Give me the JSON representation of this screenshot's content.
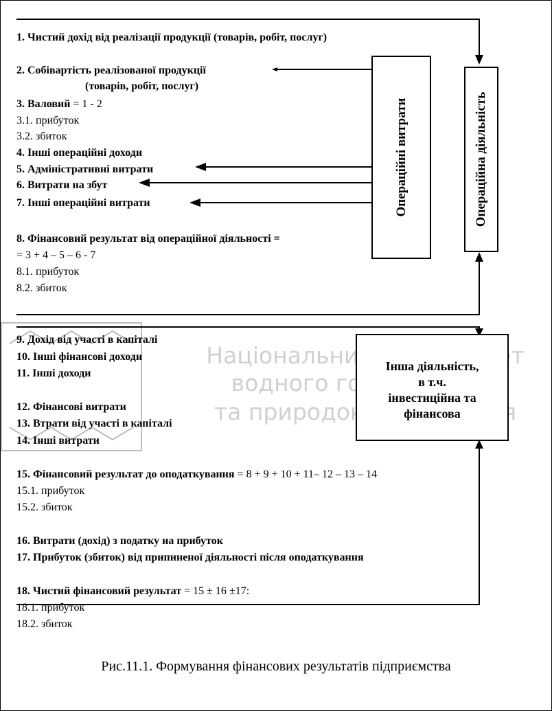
{
  "watermark": {
    "line1": "Національний університет",
    "line2": "водного господарства",
    "line3": "та природокористування"
  },
  "section_operating": {
    "item1": "1. Чистий дохід від реалізації продукції (товарів, робіт, послуг)",
    "item2a": "2. Собівартість реалізованої продукції",
    "item2b": "(товарів, робіт, послуг)",
    "item3_label": "3. Валовий",
    "item3_formula": " = 1 - 2",
    "item3_1": "3.1. прибуток",
    "item3_2": "3.2. збиток",
    "item4": "4. Інші операційні доходи",
    "item5": "5. Адміністративні витрати",
    "item6": "6. Витрати на збут",
    "item7": "7. Інші операційні витрати",
    "item8_label": "8. Фінансовий результат від операційної діяльності",
    "item8_formula_tail": " =",
    "item8_formula": "= 3 + 4 – 5 – 6 - 7",
    "item8_1": "8.1. прибуток",
    "item8_2": "8.2. збиток"
  },
  "section_other": {
    "item9": "9. Дохід від участі в капіталі",
    "item10": "10. Інші фінансові доходи",
    "item11": "11. Інші доходи",
    "item12": "12. Фінансові витрати",
    "item13": "13. Втрати від участі в капіталі",
    "item14": "14. Інші витрати",
    "item15_label": "15. Фінансовий результат до оподаткування",
    "item15_formula": " = 8 + 9 + 10 + 11– 12 – 13 – 14",
    "item15_1": "15.1. прибуток",
    "item15_2": "15.2. збиток",
    "item16": "16. Витрати (дохід) з податку на прибуток",
    "item17": "17. Прибуток (збиток) від припиненої діяльності після оподаткування",
    "item18_label": "18. Чистий фінансовий результат",
    "item18_formula": " = 15 ± 16 ±17:",
    "item18_1": "18.1. прибуток",
    "item18_2": "18.2. збиток"
  },
  "boxes": {
    "operating_expenses": "Операційні витрати",
    "operating_activity": "Операційна діяльність",
    "other_activity": "Інша діяльність,\nв т.ч.\nінвестиційна та\nфінансова"
  },
  "caption": "Рис.11.1. Формування фінансових результатів підприємства"
}
